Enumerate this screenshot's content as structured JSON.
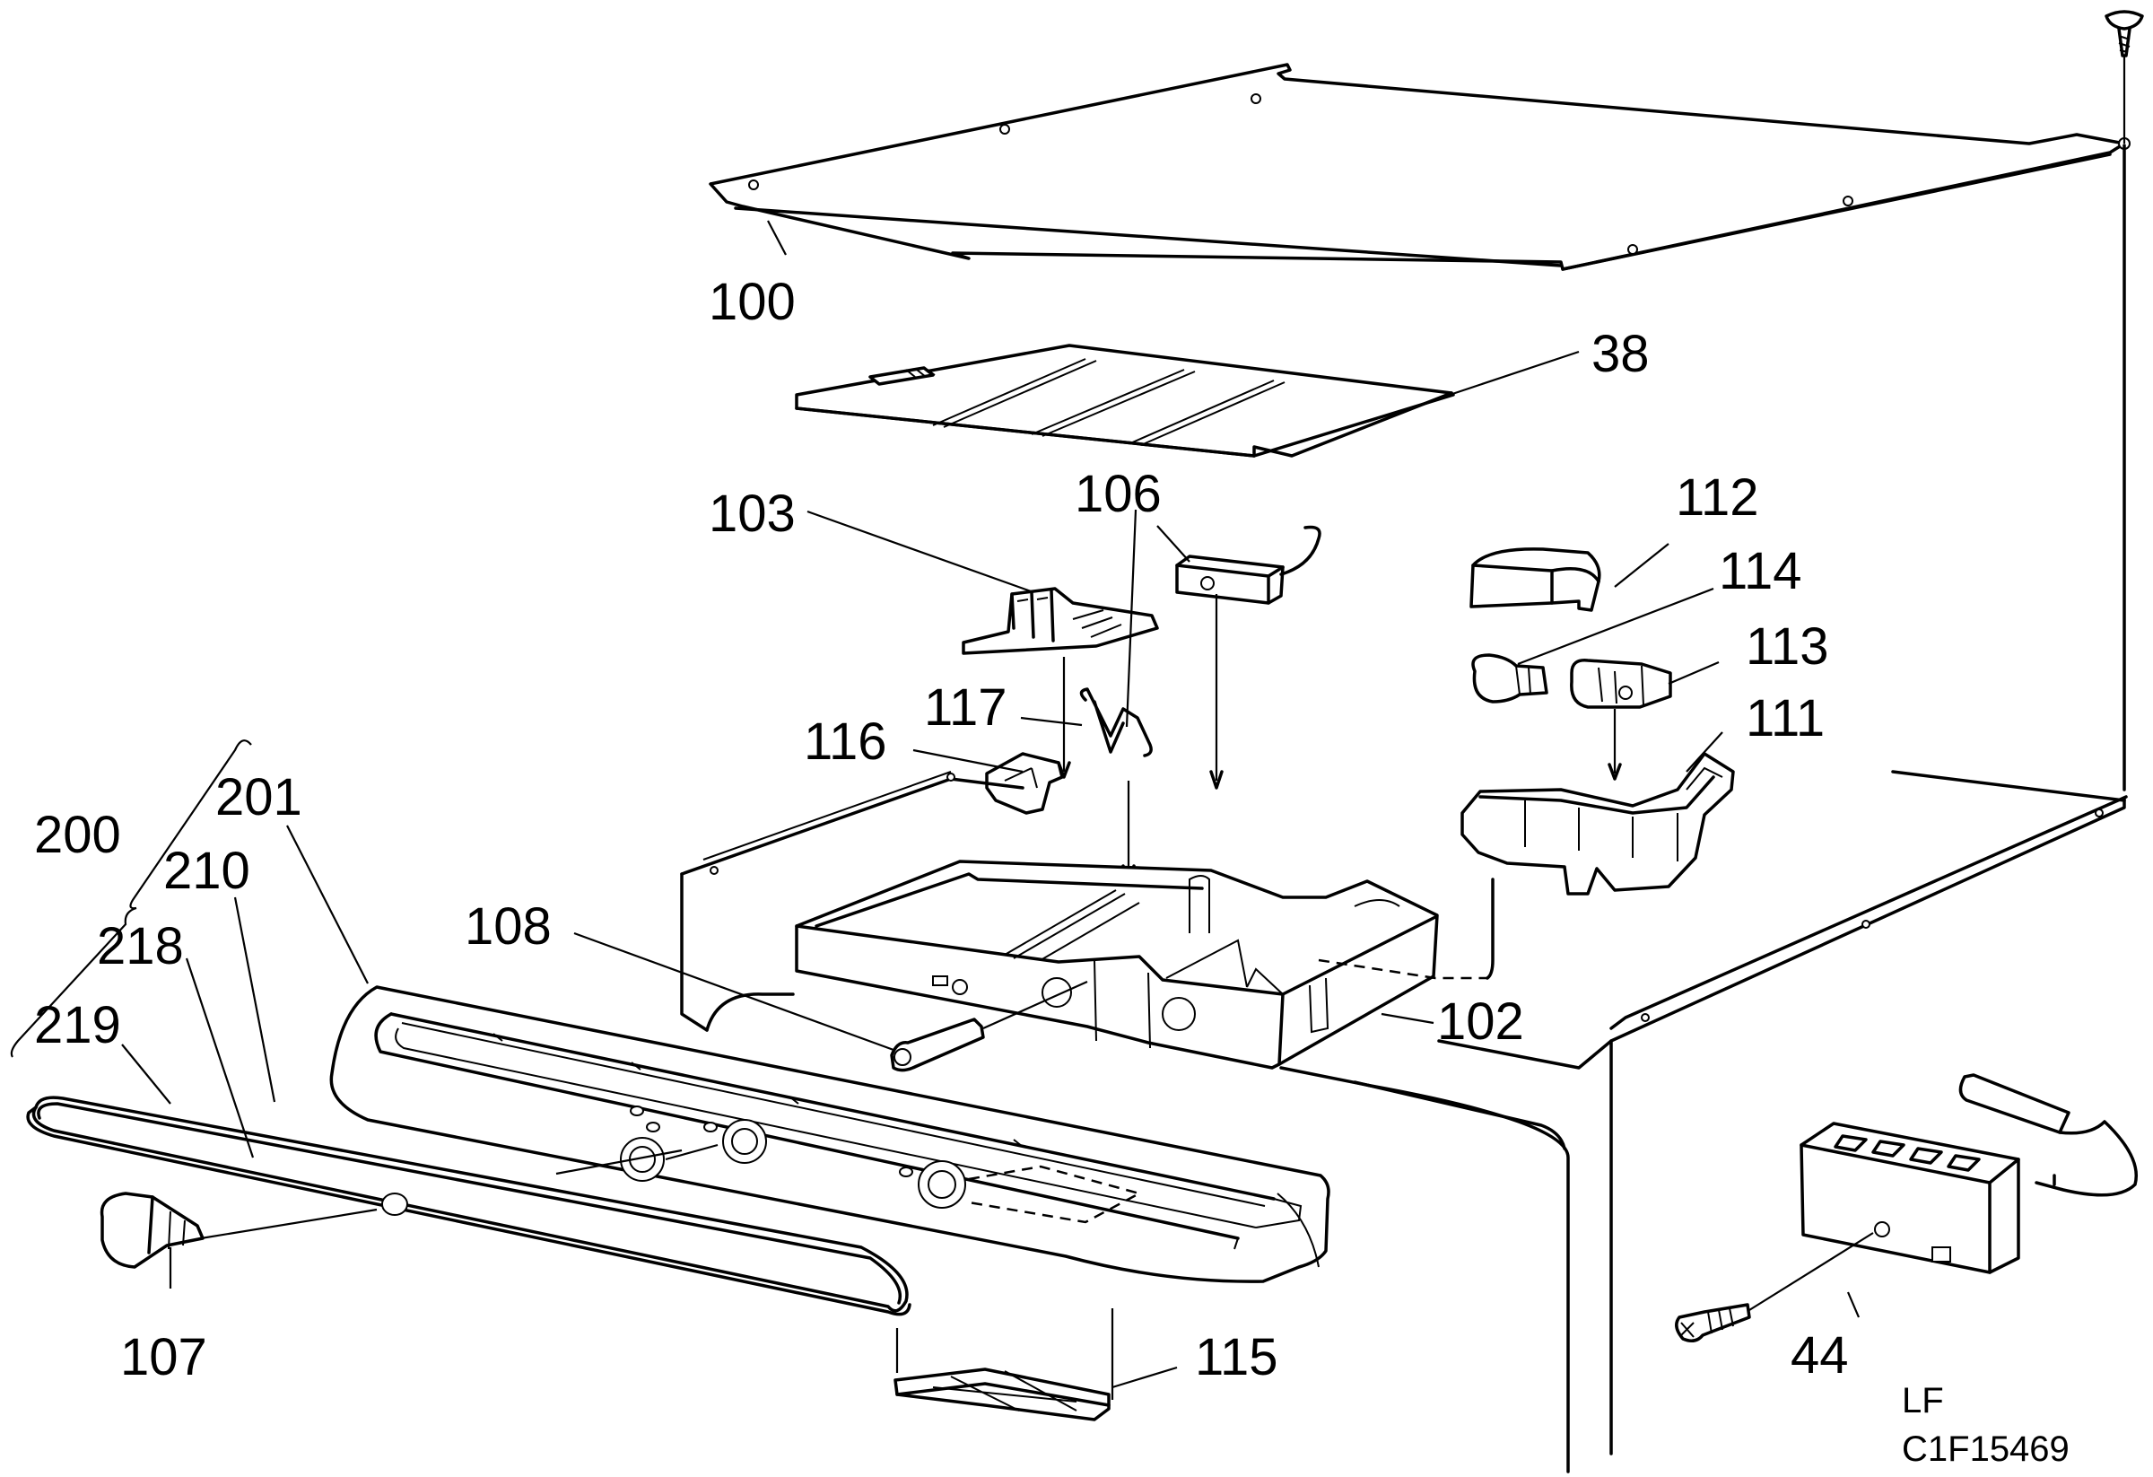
{
  "callouts": {
    "c100": "100",
    "c38": "38",
    "c103": "103",
    "c106": "106",
    "c112": "112",
    "c114": "114",
    "c113": "113",
    "c111": "111",
    "c117": "117",
    "c116": "116",
    "c200": "200",
    "c201": "201",
    "c210": "210",
    "c218": "218",
    "c219": "219",
    "c108": "108",
    "c102": "102",
    "c107": "107",
    "c115": "115",
    "c44": "44"
  },
  "corner": {
    "code": "LF",
    "drawing_id": "C1F15469"
  }
}
